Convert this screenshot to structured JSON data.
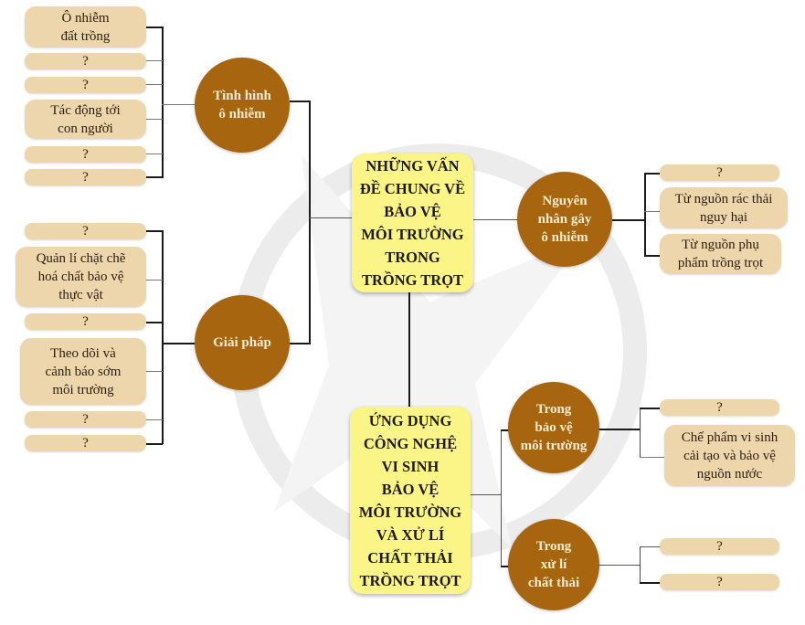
{
  "center_top": "NHỮNG VẤN\nĐỀ CHUNG VỀ\nBẢO VỆ\nMÔI TRƯỜNG\nTRONG\nTRỒNG TRỌT",
  "center_bottom": "ỨNG DỤNG\nCÔNG NGHỆ\nVI SINH\nBẢO VỆ\nMÔI TRƯỜNG\nVÀ XỬ LÍ\nCHẤT THẢI\nTRỒNG TRỌT",
  "branches": {
    "situation": {
      "label": "Tình hình\nô nhiễm",
      "items": [
        "Ô nhiễm\nđất trồng",
        "?",
        "?",
        "Tác động tới\ncon người",
        "?",
        "?"
      ]
    },
    "solutions": {
      "label": "Giải pháp",
      "items": [
        "?",
        "Quản lí chặt chẽ\nhoá chất bảo vệ\nthực vật",
        "?",
        "Theo dõi và\ncảnh báo sớm\nmôi trường",
        "?",
        "?"
      ]
    },
    "causes": {
      "label": "Nguyên\nnhân gây\nô nhiễm",
      "items": [
        "?",
        "Từ nguồn rác thải\nnguy hại",
        "Từ nguồn phụ\nphẩm trồng trọt"
      ]
    },
    "env_protection": {
      "label": "Trong\nbảo vệ\nmôi trường",
      "items": [
        "?",
        "Chế phẩm vi sinh\ncải tạo và bảo vệ\nnguồn nước"
      ]
    },
    "waste_treatment": {
      "label": "Trong\nxử lí\nchất thải",
      "items": [
        "?",
        "?"
      ]
    }
  },
  "colors": {
    "node_fill": "#edd6ab",
    "circle_fill": "#a6650e",
    "center_fill": "#fbf487"
  }
}
